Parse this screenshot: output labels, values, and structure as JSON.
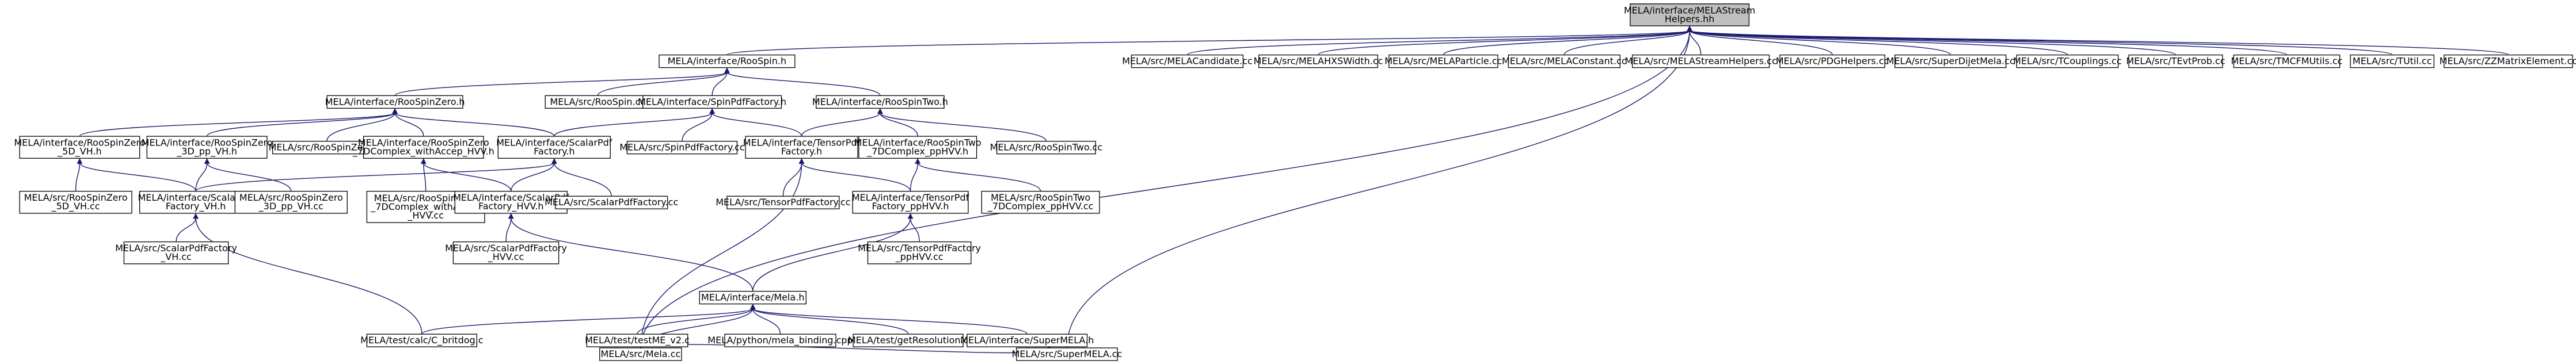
{
  "graph": {
    "nodes": [
      {
        "id": "root",
        "label": [
          "MELA/interface/MELAStream",
          "Helpers.hh"
        ]
      },
      {
        "id": "roospin_h",
        "label": [
          "MELA/interface/RooSpin.h"
        ]
      },
      {
        "id": "mela_cand",
        "label": [
          "MELA/src/MELACandidate.cc"
        ]
      },
      {
        "id": "hxswidth",
        "label": [
          "MELA/src/MELAHXSWidth.cc"
        ]
      },
      {
        "id": "particle",
        "label": [
          "MELA/src/MELAParticle.cc"
        ]
      },
      {
        "id": "constant",
        "label": [
          "MELA/src/MELAConstant.cc"
        ]
      },
      {
        "id": "streamhelpers",
        "label": [
          "MELA/src/MELAStreamHelpers.cc"
        ]
      },
      {
        "id": "pdghelpers",
        "label": [
          "MELA/src/PDGHelpers.cc"
        ]
      },
      {
        "id": "superdijet",
        "label": [
          "MELA/src/SuperDijetMela.cc"
        ]
      },
      {
        "id": "tcouplings",
        "label": [
          "MELA/src/TCouplings.cc"
        ]
      },
      {
        "id": "tevtprob",
        "label": [
          "MELA/src/TEvtProb.cc"
        ]
      },
      {
        "id": "tmcfmutils",
        "label": [
          "MELA/src/TMCFMUtils.cc"
        ]
      },
      {
        "id": "tutil",
        "label": [
          "MELA/src/TUtil.cc"
        ]
      },
      {
        "id": "zzmatrix",
        "label": [
          "MELA/src/ZZMatrixElement.cc"
        ]
      },
      {
        "id": "roospinzero_h",
        "label": [
          "MELA/interface/RooSpinZero.h"
        ]
      },
      {
        "id": "roospin_cc",
        "label": [
          "MELA/src/RooSpin.cc"
        ]
      },
      {
        "id": "spinpdffactory_h",
        "label": [
          "MELA/interface/SpinPdfFactory.h"
        ]
      },
      {
        "id": "roospintwo_h",
        "label": [
          "MELA/interface/RooSpinTwo.h"
        ]
      },
      {
        "id": "rsz5dvh_h",
        "label": [
          "MELA/interface/RooSpinZero",
          "_5D_VH.h"
        ]
      },
      {
        "id": "rsz3dpp_h",
        "label": [
          "MELA/interface/RooSpinZero",
          "_3D_pp_VH.h"
        ]
      },
      {
        "id": "roospinzero_cc",
        "label": [
          "MELA/src/RooSpinZero.cc"
        ]
      },
      {
        "id": "rsz7d_h",
        "label": [
          "MELA/interface/RooSpinZero",
          "_7DComplex_withAccep_HVV.h"
        ]
      },
      {
        "id": "scalarpdf_h",
        "label": [
          "MELA/interface/ScalarPdf",
          "Factory.h"
        ]
      },
      {
        "id": "spinpdffactory_cc",
        "label": [
          "MELA/src/SpinPdfFactory.cc"
        ]
      },
      {
        "id": "tensorpdf_h",
        "label": [
          "MELA/interface/TensorPdf",
          "Factory.h"
        ]
      },
      {
        "id": "rst7d_h",
        "label": [
          "MELA/interface/RooSpinTwo",
          "_7DComplex_ppHVV.h"
        ]
      },
      {
        "id": "roospintwo_cc",
        "label": [
          "MELA/src/RooSpinTwo.cc"
        ]
      },
      {
        "id": "rsz5dvh_cc",
        "label": [
          "MELA/src/RooSpinZero",
          "_5D_VH.cc"
        ]
      },
      {
        "id": "scalarvh_h",
        "label": [
          "MELA/interface/ScalarPdf",
          "Factory_VH.h"
        ]
      },
      {
        "id": "rsz3dpp_cc",
        "label": [
          "MELA/src/RooSpinZero",
          "_3D_pp_VH.cc"
        ]
      },
      {
        "id": "rsz7d_cc",
        "label": [
          "MELA/src/RooSpinZero",
          "_7DComplex_withAccep",
          "_HVV.cc"
        ]
      },
      {
        "id": "scalarhvv_h",
        "label": [
          "MELA/interface/ScalarPdf",
          "Factory_HVV.h"
        ]
      },
      {
        "id": "scalarpdf_cc",
        "label": [
          "MELA/src/ScalarPdfFactory.cc"
        ]
      },
      {
        "id": "tensorpdf_cc",
        "label": [
          "MELA/src/TensorPdfFactory.cc"
        ]
      },
      {
        "id": "tensorpphvv_h",
        "label": [
          "MELA/interface/TensorPdf",
          "Factory_ppHVV.h"
        ]
      },
      {
        "id": "rst7d_cc",
        "label": [
          "MELA/src/RooSpinTwo",
          "_7DComplex_ppHVV.cc"
        ]
      },
      {
        "id": "scalarvh_cc",
        "label": [
          "MELA/src/ScalarPdfFactory",
          "_VH.cc"
        ]
      },
      {
        "id": "scalarhvv_cc",
        "label": [
          "MELA/src/ScalarPdfFactory",
          "_HVV.cc"
        ]
      },
      {
        "id": "tensorpphvv_cc",
        "label": [
          "MELA/src/TensorPdfFactory",
          "_ppHVV.cc"
        ]
      },
      {
        "id": "mela_h",
        "label": [
          "MELA/interface/Mela.h"
        ]
      },
      {
        "id": "cbritdog",
        "label": [
          "MELA/test/calc/C_britdog.c"
        ]
      },
      {
        "id": "testme",
        "label": [
          "MELA/test/testME_v2.c"
        ]
      },
      {
        "id": "pybinding",
        "label": [
          "MELA/python/mela_binding.cpp"
        ]
      },
      {
        "id": "getres",
        "label": [
          "MELA/test/getResolution.c"
        ]
      },
      {
        "id": "supermela_h",
        "label": [
          "MELA/interface/SuperMELA.h"
        ]
      },
      {
        "id": "mela_cc",
        "label": [
          "MELA/src/Mela.cc"
        ]
      },
      {
        "id": "supermela_cc",
        "label": [
          "MELA/src/SuperMELA.cc"
        ]
      }
    ],
    "edges": [
      [
        "roospin_h",
        "root"
      ],
      [
        "mela_cand",
        "root"
      ],
      [
        "hxswidth",
        "root"
      ],
      [
        "particle",
        "root"
      ],
      [
        "constant",
        "root"
      ],
      [
        "streamhelpers",
        "root"
      ],
      [
        "pdghelpers",
        "root"
      ],
      [
        "superdijet",
        "root"
      ],
      [
        "tcouplings",
        "root"
      ],
      [
        "tevtprob",
        "root"
      ],
      [
        "tmcfmutils",
        "root"
      ],
      [
        "tutil",
        "root"
      ],
      [
        "zzmatrix",
        "root"
      ],
      [
        "mela_cc",
        "root"
      ],
      [
        "supermela_cc",
        "root"
      ],
      [
        "roospinzero_h",
        "roospin_h"
      ],
      [
        "roospin_cc",
        "roospin_h"
      ],
      [
        "spinpdffactory_h",
        "roospin_h"
      ],
      [
        "roospintwo_h",
        "roospin_h"
      ],
      [
        "rsz5dvh_h",
        "roospinzero_h"
      ],
      [
        "rsz3dpp_h",
        "roospinzero_h"
      ],
      [
        "roospinzero_cc",
        "roospinzero_h"
      ],
      [
        "rsz7d_h",
        "roospinzero_h"
      ],
      [
        "scalarpdf_h",
        "roospinzero_h"
      ],
      [
        "scalarpdf_h",
        "spinpdffactory_h"
      ],
      [
        "spinpdffactory_cc",
        "spinpdffactory_h"
      ],
      [
        "tensorpdf_h",
        "spinpdffactory_h"
      ],
      [
        "tensorpdf_h",
        "roospintwo_h"
      ],
      [
        "rst7d_h",
        "roospintwo_h"
      ],
      [
        "roospintwo_cc",
        "roospintwo_h"
      ],
      [
        "rsz5dvh_cc",
        "rsz5dvh_h"
      ],
      [
        "scalarvh_h",
        "rsz5dvh_h"
      ],
      [
        "scalarvh_h",
        "rsz3dpp_h"
      ],
      [
        "rsz3dpp_cc",
        "rsz3dpp_h"
      ],
      [
        "rsz7d_cc",
        "rsz7d_h"
      ],
      [
        "scalarhvv_h",
        "rsz7d_h"
      ],
      [
        "scalarvh_h",
        "scalarpdf_h"
      ],
      [
        "scalarhvv_h",
        "scalarpdf_h"
      ],
      [
        "scalarpdf_cc",
        "scalarpdf_h"
      ],
      [
        "tensorpdf_cc",
        "tensorpdf_h"
      ],
      [
        "tensorpphvv_h",
        "tensorpdf_h"
      ],
      [
        "mela_cc",
        "tensorpdf_h"
      ],
      [
        "tensorpphvv_h",
        "rst7d_h"
      ],
      [
        "rst7d_cc",
        "rst7d_h"
      ],
      [
        "scalarvh_cc",
        "scalarvh_h"
      ],
      [
        "cbritdog",
        "scalarvh_h"
      ],
      [
        "scalarhvv_cc",
        "scalarhvv_h"
      ],
      [
        "mela_h",
        "scalarhvv_h"
      ],
      [
        "tensorpphvv_cc",
        "tensorpphvv_h"
      ],
      [
        "mela_h",
        "tensorpphvv_h"
      ],
      [
        "cbritdog",
        "mela_h"
      ],
      [
        "testme",
        "mela_h"
      ],
      [
        "pybinding",
        "mela_h"
      ],
      [
        "getres",
        "mela_h"
      ],
      [
        "supermela_h",
        "mela_h"
      ],
      [
        "mela_cc",
        "mela_h"
      ],
      [
        "mela_cc",
        "supermela_h"
      ],
      [
        "supermela_cc",
        "supermela_h"
      ]
    ]
  }
}
